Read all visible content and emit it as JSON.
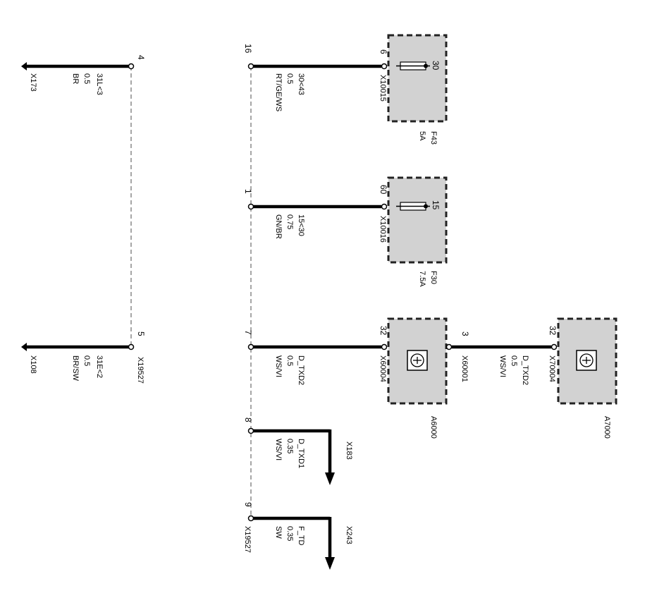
{
  "colors": {
    "box_fill": "#d2d2d2",
    "wire": "#000000",
    "shield": "#777777"
  },
  "left": {
    "top_pin": "4",
    "top_info": [
      "31L<3",
      "0.5",
      "BR"
    ],
    "top_ground": "X173",
    "bottom_pin": "5",
    "bottom_info": [
      "31E<2",
      "0.5",
      "BR/SW"
    ],
    "bottom_ground": "X108",
    "connector": "X19527"
  },
  "center": {
    "connector": "X19527",
    "wires": [
      {
        "pin": "16",
        "info": [
          "30<43",
          "0.5",
          "RT/GE/WS"
        ],
        "far_pin": "6",
        "far_connector": "X10015"
      },
      {
        "pin": "1",
        "info": [
          "15<30",
          "0.75",
          "GN/BR"
        ],
        "far_pin": "60",
        "far_connector": "X10016"
      },
      {
        "pin": "7",
        "info": [
          "D_TXD2",
          "0.5",
          "WS/VI"
        ],
        "far_pin": "32",
        "far_connector": "X60004"
      },
      {
        "pin": "8",
        "info": [
          "D_TXD1",
          "0.35",
          "WS/VI"
        ],
        "dest": "X183"
      },
      {
        "pin": "9",
        "info": [
          "F_TD",
          "0.35",
          "SW"
        ],
        "dest": "X243"
      }
    ]
  },
  "fuses": [
    {
      "name": "F43",
      "rating": "5A",
      "terminal": "30"
    },
    {
      "name": "F30",
      "rating": "7.5A",
      "terminal": "15"
    }
  ],
  "modules": [
    {
      "name": "A6000",
      "in_pin": "32",
      "in_connector": "X60004",
      "out_pin": "3",
      "out_connector": "X60001",
      "icon": "control-unit-icon"
    },
    {
      "name": "A7000",
      "in_pin": "32",
      "in_connector": "X70004",
      "icon": "control-unit-icon"
    }
  ],
  "link": {
    "info": [
      "D_TXD2",
      "0.5",
      "WS/VI"
    ]
  }
}
